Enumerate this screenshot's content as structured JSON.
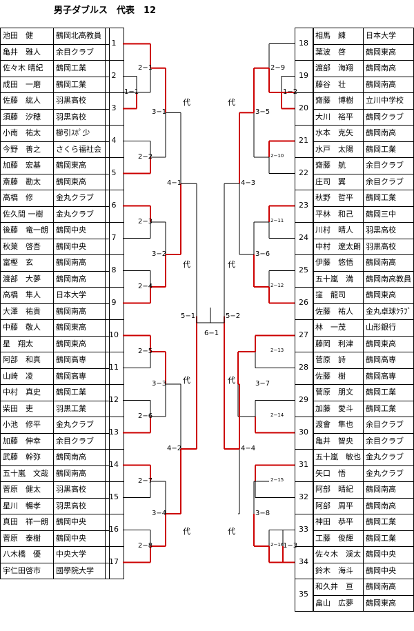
{
  "title": "男子ダブルス　代表　12",
  "left_players": [
    {
      "name": "池田　健",
      "club": "鶴岡北高教員"
    },
    {
      "name": "亀井　雅人",
      "club": "余目クラブ"
    },
    {
      "name": "佐々木 晴紀",
      "club": "鶴岡工業"
    },
    {
      "name": "成田　一磨",
      "club": "鶴岡工業"
    },
    {
      "name": "佐藤　紘人",
      "club": "羽黒高校"
    },
    {
      "name": "須藤　汐穂",
      "club": "羽黒高校"
    },
    {
      "name": "小南　祐太",
      "club": "櫛引ｽﾎﾟ少"
    },
    {
      "name": "今野　善之",
      "club": "さくら福社会"
    },
    {
      "name": "加藤　宏基",
      "club": "鶴岡東高"
    },
    {
      "name": "斎藤　勘太",
      "club": "鶴岡東高"
    },
    {
      "name": "高橋　修",
      "club": "金丸クラブ"
    },
    {
      "name": "佐久間 一樹",
      "club": "金丸クラブ"
    },
    {
      "name": "後藤　竜一朗",
      "club": "鶴岡中央"
    },
    {
      "name": "秋葉　啓吾",
      "club": "鶴岡中央"
    },
    {
      "name": "富樫　玄",
      "club": "鶴岡南高"
    },
    {
      "name": "渡部　大夢",
      "club": "鶴岡南高"
    },
    {
      "name": "高橋　隼人",
      "club": "日本大学"
    },
    {
      "name": "大澤　祐貴",
      "club": "鶴岡南高"
    },
    {
      "name": "中藤　敬人",
      "club": "鶴岡東高"
    },
    {
      "name": "星　翔太",
      "club": "鶴岡東高"
    },
    {
      "name": "阿部　和真",
      "club": "鶴岡高専"
    },
    {
      "name": "山崎　凌",
      "club": "鶴岡高専"
    },
    {
      "name": "中村　真史",
      "club": "鶴岡工業"
    },
    {
      "name": "柴田　吏",
      "club": "羽黒工業"
    },
    {
      "name": "小池　修平",
      "club": "金丸クラブ"
    },
    {
      "name": "加藤　伸幸",
      "club": "余目クラブ"
    },
    {
      "name": "武藤　幹弥",
      "club": "鶴岡南高"
    },
    {
      "name": "五十嵐　文哉",
      "club": "鶴岡南高"
    },
    {
      "name": "菅原　健太",
      "club": "羽黒高校"
    },
    {
      "name": "星川　暢孝",
      "club": "羽黒高校"
    },
    {
      "name": "真田　祥一朗",
      "club": "鶴岡中央"
    },
    {
      "name": "菅原　泰樹",
      "club": "鶴岡中央"
    },
    {
      "name": "八木橋　優",
      "club": "中央大学"
    },
    {
      "name": "宇仁田啓市",
      "club": "國學院大学"
    }
  ],
  "right_players": [
    {
      "name": "相馬　練",
      "club": "日本大学"
    },
    {
      "name": "葉波　啓",
      "club": "鶴岡東高"
    },
    {
      "name": "渡部　海翔",
      "club": "鶴岡南高"
    },
    {
      "name": "藤谷　壮",
      "club": "鶴岡南高"
    },
    {
      "name": "齋藤　博樹",
      "club": "立川中学校"
    },
    {
      "name": "大川　裕平",
      "club": "鶴岡クラブ"
    },
    {
      "name": "水本　克矢",
      "club": "鶴岡南高"
    },
    {
      "name": "水戸　太陽",
      "club": "鶴岡工業"
    },
    {
      "name": "齋藤　航",
      "club": "余目クラブ"
    },
    {
      "name": "庄司　翼",
      "club": "余目クラブ"
    },
    {
      "name": "秋野　哲平",
      "club": "鶴岡工業"
    },
    {
      "name": "平林　和己",
      "club": "鶴岡三中"
    },
    {
      "name": "川村　晴人",
      "club": "羽黒高校"
    },
    {
      "name": "中村　遼太朗",
      "club": "羽黒高校"
    },
    {
      "name": "伊藤　悠悟",
      "club": "鶴岡南高"
    },
    {
      "name": "五十嵐　満",
      "club": "鶴岡南高教員"
    },
    {
      "name": "窪　龍司",
      "club": "鶴岡東高"
    },
    {
      "name": "佐藤　祐人",
      "club": "金丸卓球ｸﾗﾌﾞ"
    },
    {
      "name": "林　一茂",
      "club": "山形銀行"
    },
    {
      "name": "藤岡　利津",
      "club": "鶴岡東高"
    },
    {
      "name": "菅原　詩",
      "club": "鶴岡高専"
    },
    {
      "name": "佐藤　樹",
      "club": "鶴岡高専"
    },
    {
      "name": "菅原　朋文",
      "club": "鶴岡工業"
    },
    {
      "name": "加藤　愛斗",
      "club": "鶴岡工業"
    },
    {
      "name": "渡會　隼也",
      "club": "余目クラブ"
    },
    {
      "name": "亀井　智央",
      "club": "余目クラブ"
    },
    {
      "name": "五十嵐　敏也",
      "club": "金丸クラブ"
    },
    {
      "name": "矢口　悟",
      "club": "金丸クラブ"
    },
    {
      "name": "阿部　晴紀",
      "club": "鶴岡南高"
    },
    {
      "name": "阿部　周平",
      "club": "鶴岡南高"
    },
    {
      "name": "神田　恭平",
      "club": "鶴岡工業"
    },
    {
      "name": "工藤　俊輝",
      "club": "鶴岡工業"
    },
    {
      "name": "佐々木　渓太",
      "club": "鶴岡中央"
    },
    {
      "name": "鈴木　海斗",
      "club": "鶴岡中央"
    },
    {
      "name": "和久井　亘",
      "club": "鶴岡南高"
    },
    {
      "name": "畠山　広夢",
      "club": "鶴岡東高"
    }
  ],
  "left_seeds": [
    "1",
    "2",
    "3",
    "4",
    "5",
    "6",
    "7",
    "8",
    "9",
    "10",
    "11",
    "12",
    "13",
    "14",
    "15",
    "16",
    "17"
  ],
  "right_seeds": [
    "18",
    "19",
    "20",
    "21",
    "22",
    "23",
    "24",
    "25",
    "26",
    "27",
    "28",
    "29",
    "30",
    "31",
    "32",
    "33",
    "34",
    "35"
  ],
  "match_labels": {
    "l11": "1−1",
    "l21": "2−1",
    "l22": "2−2",
    "l23": "2−3",
    "l24": "2−4",
    "l25": "2−5",
    "l26": "2−6",
    "l27": "2−7",
    "l28": "2−8",
    "l31": "3−1",
    "l32": "3−2",
    "l33": "3−3",
    "l34": "3−4",
    "l41": "4−1",
    "l42": "4−2",
    "l51": "5−1",
    "f61": "6−1",
    "r12": "1−2",
    "r13": "1−3",
    "r29": "2−9",
    "r210": "2−10",
    "r211": "2−11",
    "r212": "2−12",
    "r213": "2−13",
    "r214": "2−14",
    "r215": "2−15",
    "r216": "2−16",
    "r35": "3−5",
    "r36": "3−6",
    "r37": "3−7",
    "r38": "3−8",
    "r43": "4−3",
    "r44": "4−4",
    "r52": "5−2"
  },
  "rep_mark": "代",
  "colors": {
    "win": "#cc0000",
    "line": "#000000"
  }
}
